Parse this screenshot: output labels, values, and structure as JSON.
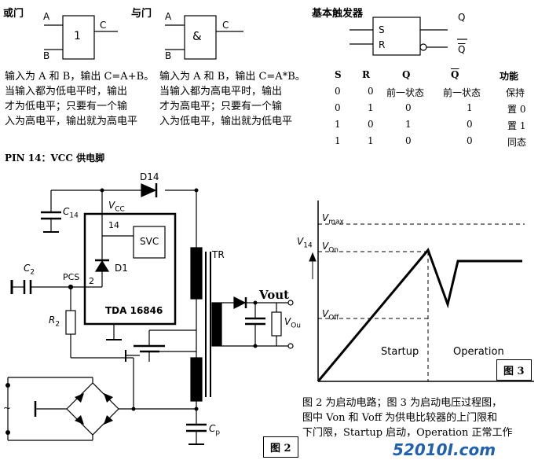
{
  "or_gate": {
    "title": "或门",
    "input_a": "A",
    "input_b": "B",
    "output_c": "C",
    "symbol": "1",
    "description": [
      "输入为 A 和 B，输出 C=A+B。",
      "当输入都为低电平时，输出",
      "才为低电平；只要有一个输",
      "入为高电平，输出就为高电平"
    ]
  },
  "and_gate": {
    "title": "与门",
    "input_a": "A",
    "input_b": "B",
    "output_c": "C",
    "symbol": "&",
    "description": [
      "输入为 A 和 B，输出 C=A*B。",
      "当输入都为高电平时，输出",
      "才为高电平；只要有一个输",
      "入为低电平，输出就为低电平"
    ]
  },
  "sr_latch": {
    "title": "基本触发器",
    "input_s": "S",
    "input_r": "R",
    "output_q": "Q",
    "output_qbar": "Q",
    "table_headers": [
      "S",
      "R",
      "Q",
      "Q",
      "功能"
    ],
    "table_rows": [
      [
        "0",
        "0",
        "前一状态",
        "前一状态",
        "保持"
      ],
      [
        "0",
        "1",
        "0",
        "1",
        "置 0"
      ],
      [
        "1",
        "0",
        "1",
        "0",
        "置 1"
      ],
      [
        "1",
        "1",
        "0",
        "0",
        "同态"
      ]
    ]
  },
  "pin14": {
    "heading": "PIN 14：VCC 供电脚"
  },
  "circuit": {
    "d14": "D14",
    "vcc": "V",
    "vcc_sub": "CC",
    "c14": "C",
    "c14_sub": "14",
    "pin14": "14",
    "svc": "SVC",
    "d1": "D1",
    "c2": "C",
    "c2_sub": "2",
    "pcs": "PCS",
    "pin2": "2",
    "r2": "R",
    "r2_sub": "2",
    "chip": "TDA 16846",
    "tr": "TR",
    "vout": "Vout",
    "vou": "V",
    "vou_sub": "Ou",
    "cp": "C",
    "cp_sub": "p",
    "figure_label": "图 2"
  },
  "graph": {
    "v14": "V",
    "v14_sub": "14",
    "vmax": "V",
    "vmax_sub": "max",
    "von": "V",
    "von_sub": "On",
    "voff": "V",
    "voff_sub": "Off",
    "startup": "Startup",
    "operation": "Operation",
    "figure_label": "图 3"
  },
  "caption": [
    "图 2 为启动电路；图 3 为启动电压过程图，",
    "图中 Von 和 Voff 为供电比较器的上门限和",
    "下门限，Startup 启动，Operation 正常工作"
  ],
  "watermark": "52010I.com"
}
